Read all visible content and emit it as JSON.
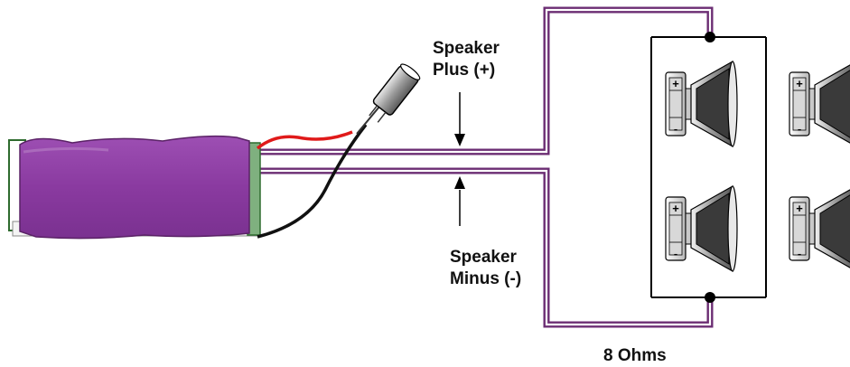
{
  "labels": {
    "plus": {
      "line1": "Speaker",
      "line2": "Plus (+)"
    },
    "minus": {
      "line1": "Speaker",
      "line2": "Minus (-)"
    },
    "impedance": "8 Ohms"
  },
  "speakers": [
    {
      "id": "top-left",
      "plus": "+",
      "minus": "-"
    },
    {
      "id": "top-right",
      "plus": "+",
      "minus": "-"
    },
    {
      "id": "bottom-left",
      "plus": "+",
      "minus": "-"
    },
    {
      "id": "bottom-right",
      "plus": "+",
      "minus": "-"
    }
  ],
  "colors": {
    "wire_outer": "#6b2d73",
    "wire_inner": "#ffffff",
    "amp_body": "#8e3ea3",
    "red_lead": "#e01a1a",
    "black_lead": "#111111",
    "circuit_line": "#000000",
    "board_edge": "#2e6b2e"
  }
}
